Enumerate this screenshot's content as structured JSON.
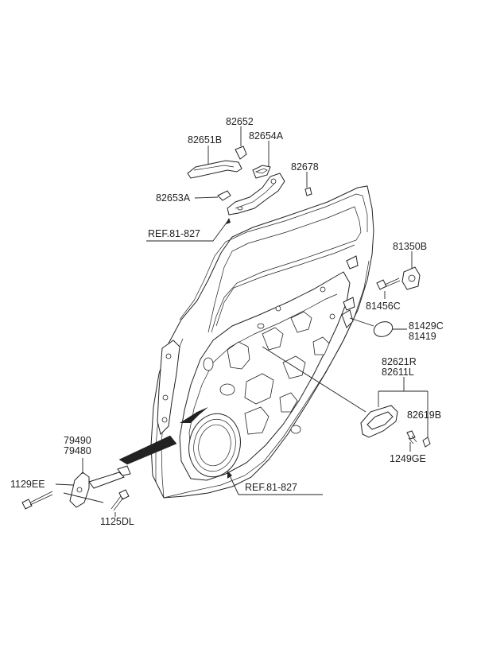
{
  "labels": {
    "p82652": "82652",
    "p82651B": "82651B",
    "p82654A": "82654A",
    "p82678": "82678",
    "p82653A": "82653A",
    "ref_handle": "REF.81-827",
    "p81350B": "81350B",
    "p81456C": "81456C",
    "p81429C": "81429C",
    "p81419": "81419",
    "p82621R": "82621R",
    "p82611L": "82611L",
    "p82619B": "82619B",
    "p1249GE": "1249GE",
    "p79490": "79490",
    "p79480": "79480",
    "p1129EE": "1129EE",
    "p1125DL": "1125DL",
    "ref_door": "REF.81-827"
  }
}
